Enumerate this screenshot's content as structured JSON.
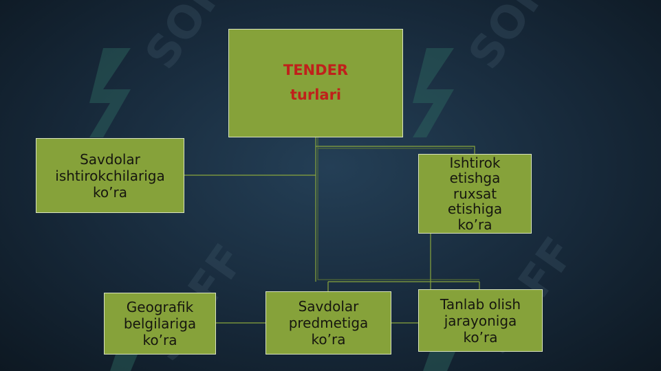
{
  "watermark": {
    "text": "SOFF"
  },
  "root": {
    "line1": "TENDER",
    "line2": "turlari"
  },
  "nodes": {
    "participants": {
      "lines": [
        "Savdolar",
        "ishtirokchilariga",
        "ko’ra"
      ]
    },
    "admission": {
      "lines": [
        "Ishtirok",
        "etishga",
        "ruxsat",
        "etishiga",
        "ko’ra"
      ]
    },
    "geographic": {
      "lines": [
        "Geografik",
        "belgilariga",
        "ko’ra"
      ]
    },
    "subject": {
      "lines": [
        "Savdolar",
        "predmetiga",
        "ko’ra"
      ]
    },
    "selection": {
      "lines": [
        "Tanlab olish",
        "jarayoniga",
        "ko’ra"
      ]
    }
  },
  "colors": {
    "box_fill": "#86a23a",
    "box_border": "#d9e3c0",
    "title_text": "#c0201b",
    "connector": "#8aa63c",
    "background": "#1b2f42"
  }
}
